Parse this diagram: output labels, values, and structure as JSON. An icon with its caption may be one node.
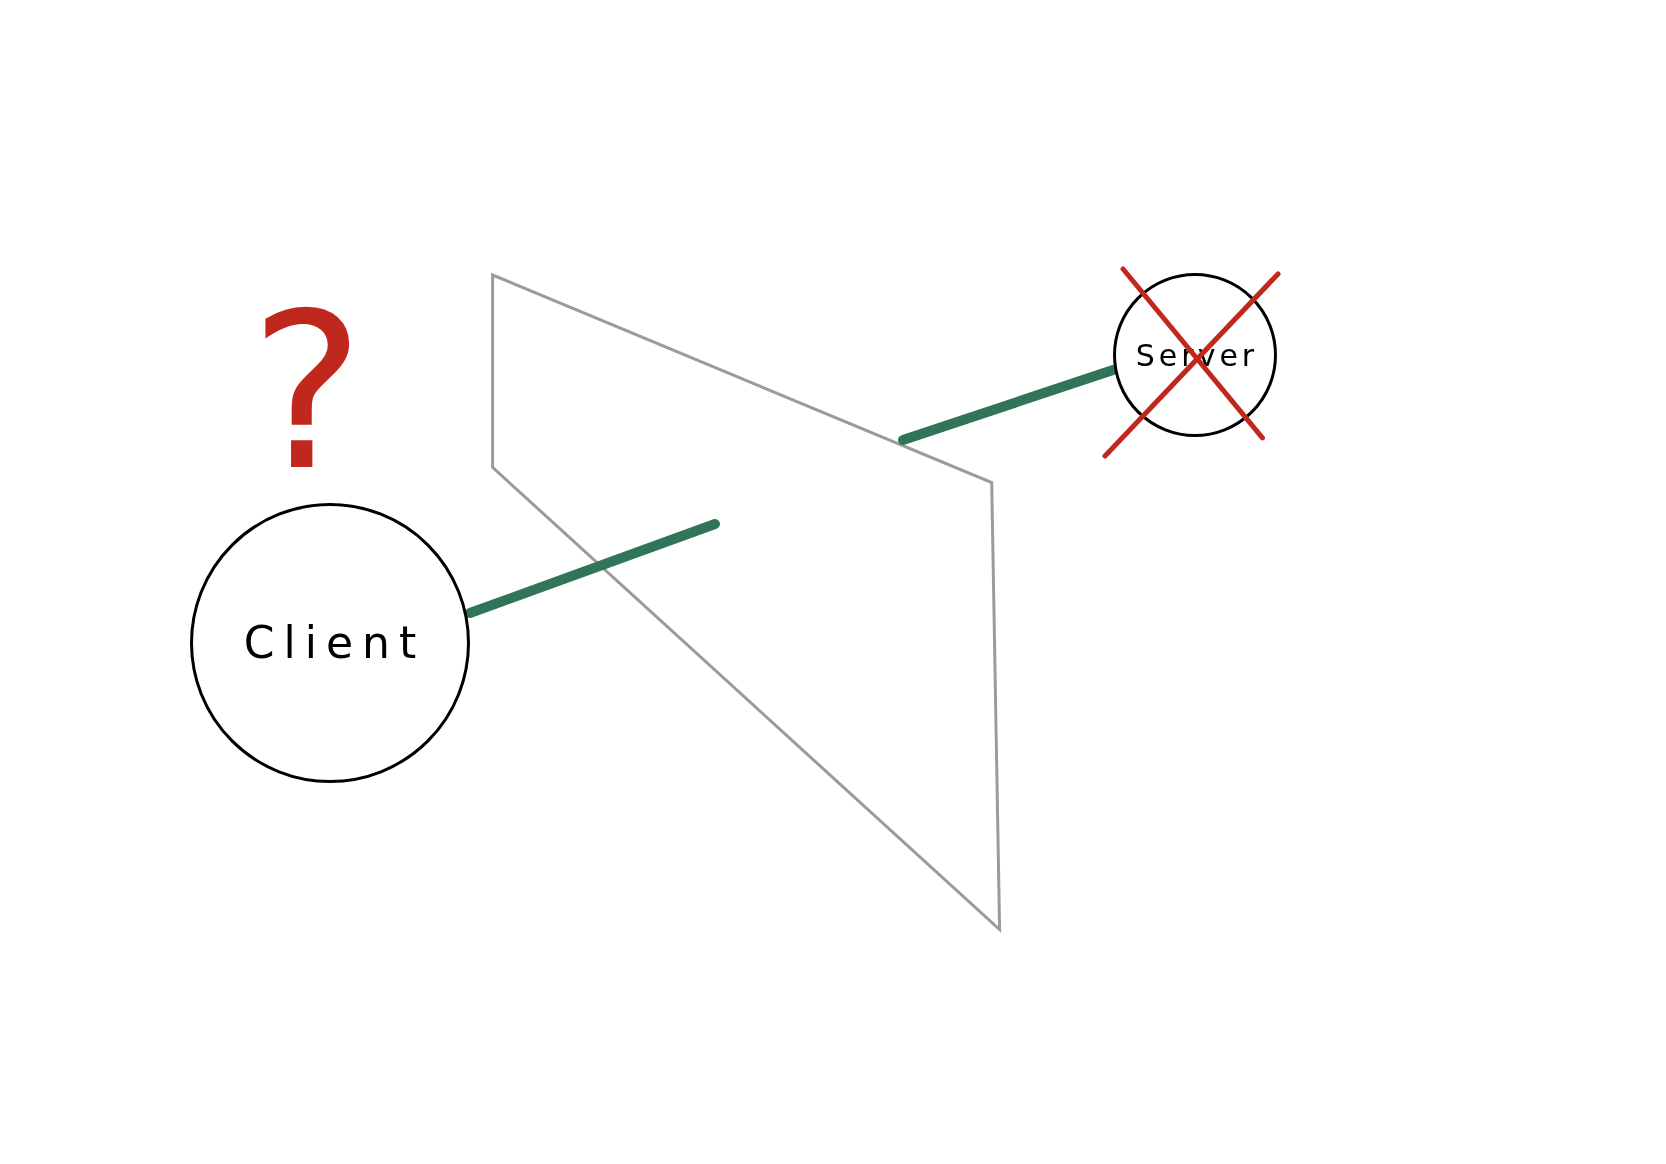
{
  "diagram": {
    "nodes": [
      {
        "text": [
          "Client"
        ]
      },
      {
        "text": [],
        "shape": "wall"
      },
      {
        "text": [
          "Server"
        ]
      }
    ],
    "edges": [
      {
        "from": 0,
        "to": 1,
        "arrow": "none"
      },
      {
        "from": 1,
        "to": 2,
        "arrow": "none"
      }
    ],
    "labels": [
      "?"
    ]
  }
}
